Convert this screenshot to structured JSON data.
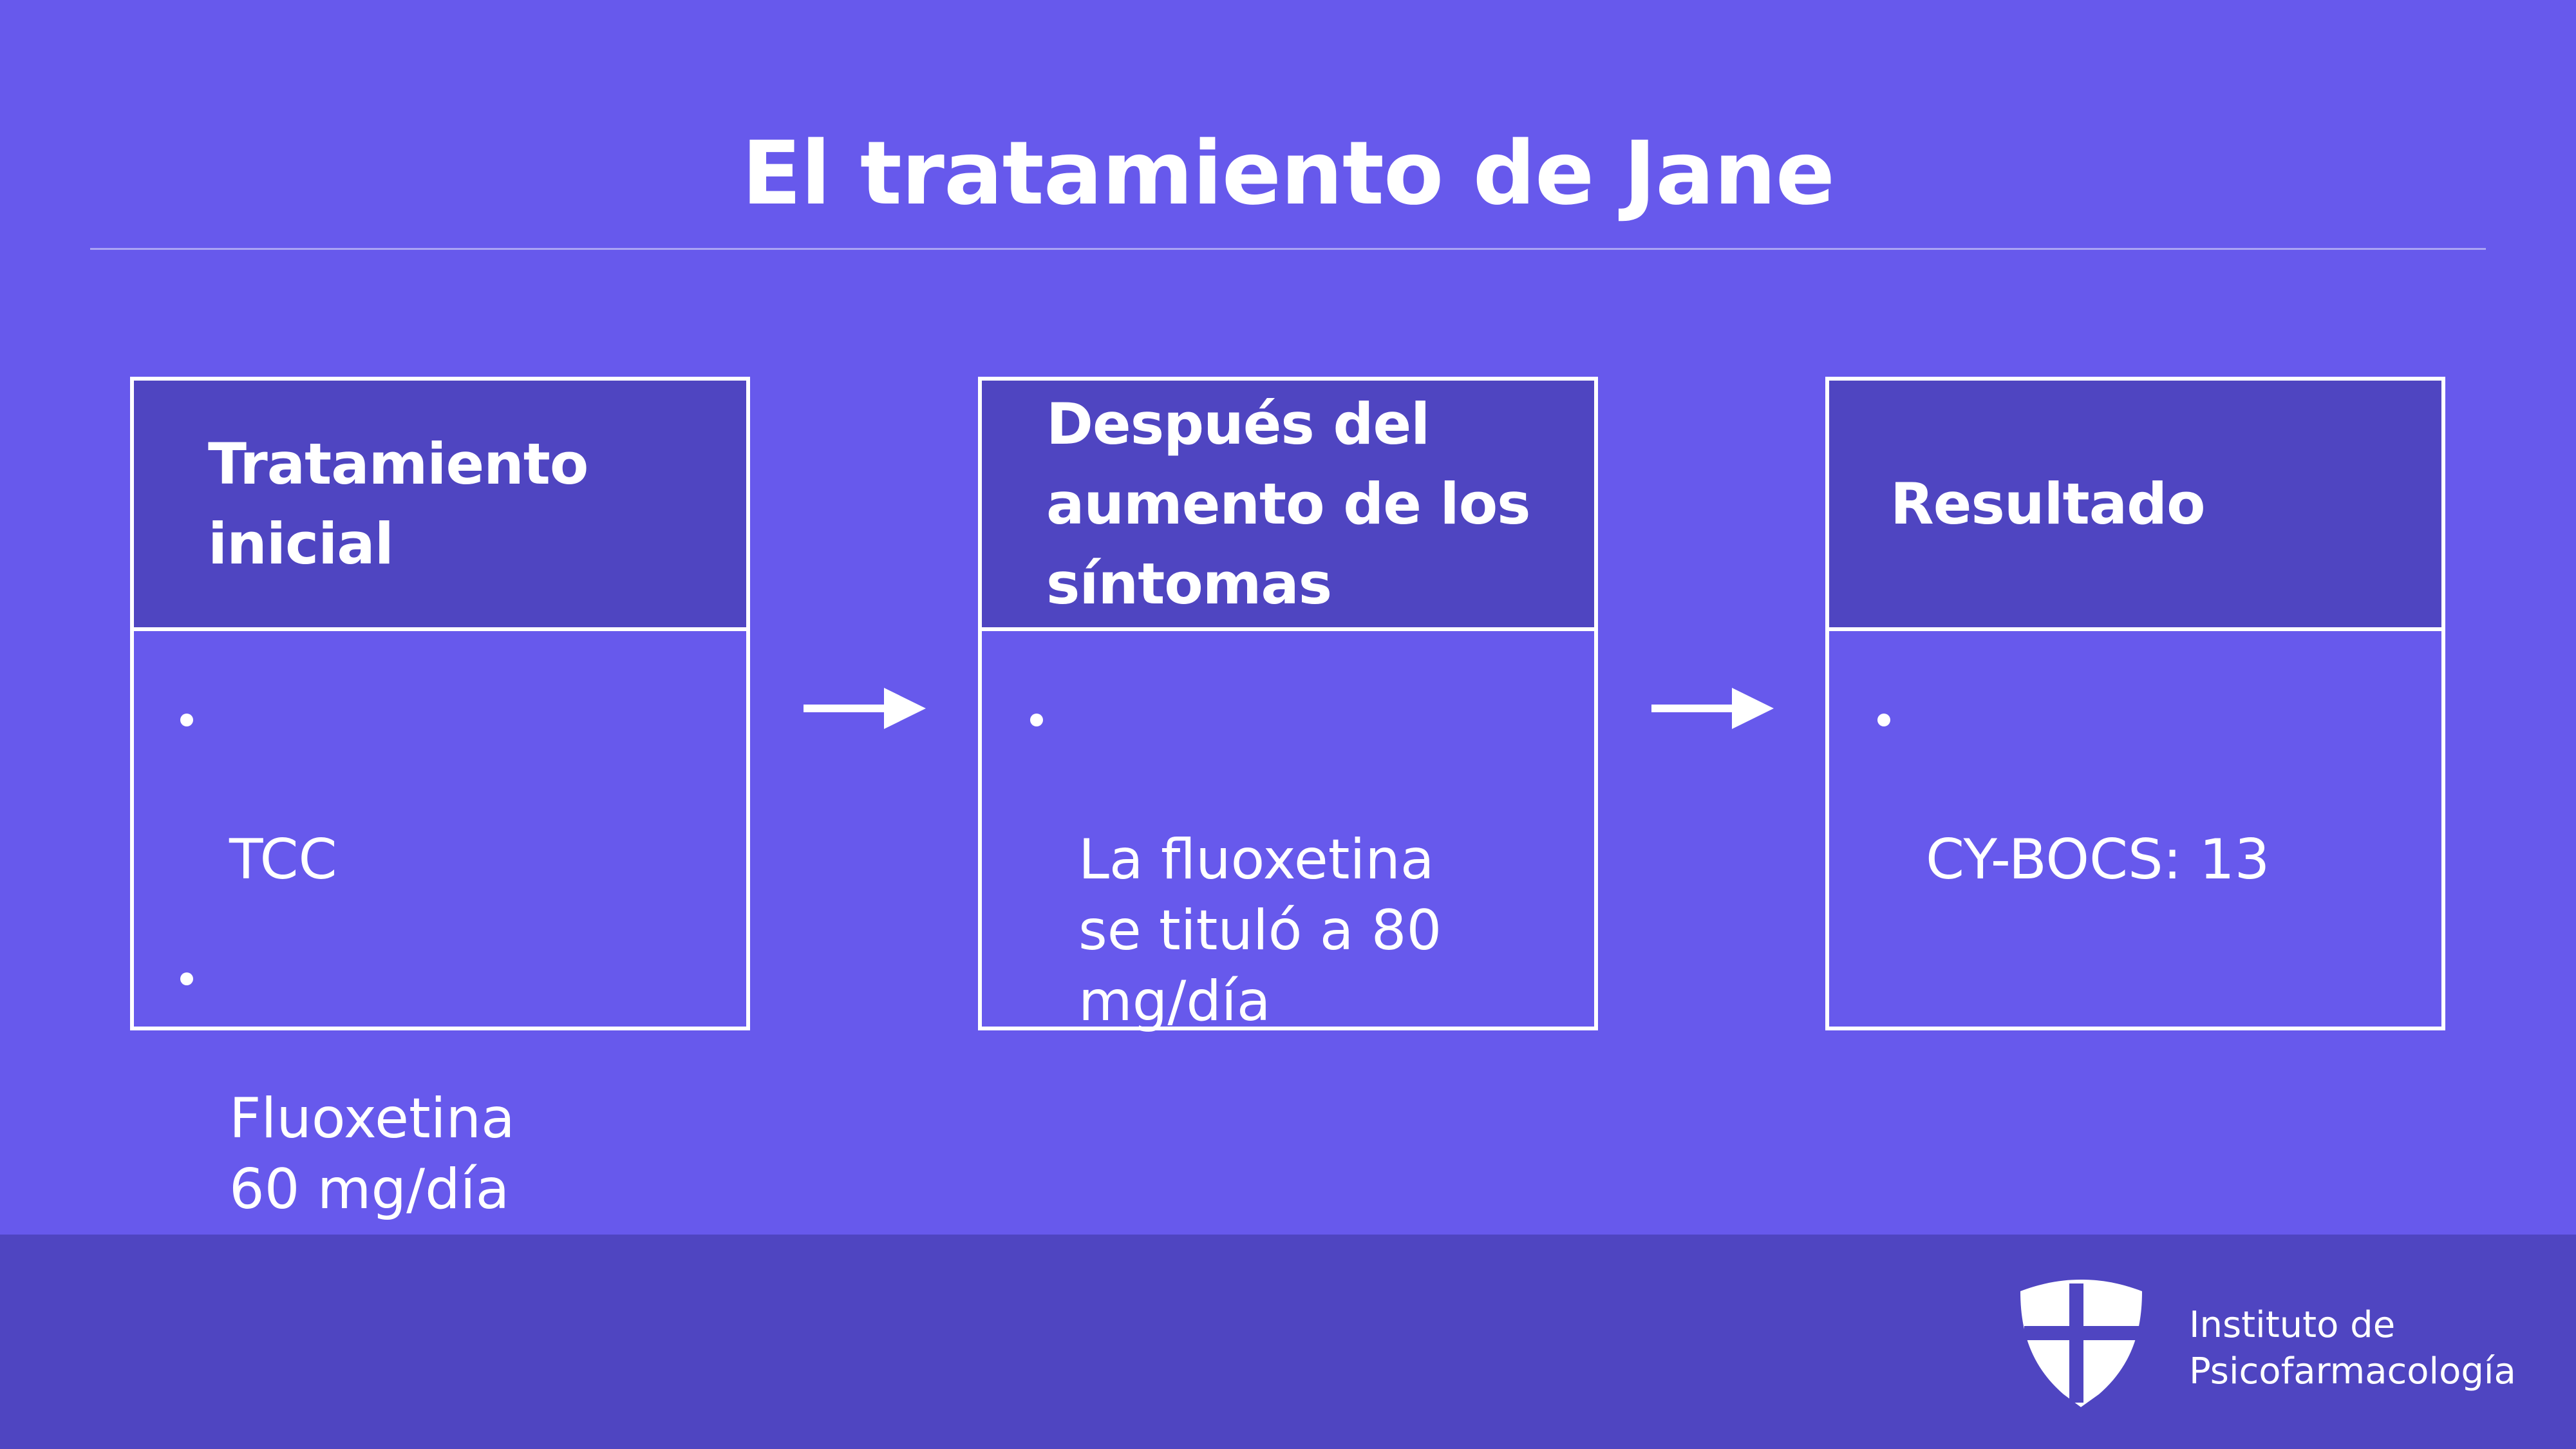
{
  "slide": {
    "title": "El tratamiento de Jane"
  },
  "cards": [
    {
      "heading": "Tratamiento\ninicial",
      "bullets": [
        "TCC",
        "Fluoxetina\n60 mg/día"
      ]
    },
    {
      "heading": "Después del\naumento de los\nsíntomas",
      "bullets": [
        "La fluoxetina\nse tituló a 80\nmg/día"
      ]
    },
    {
      "heading": "Resultado",
      "bullets": [
        "CY-BOCS: 13"
      ]
    }
  ],
  "footer": {
    "organization": "Instituto de\nPsicofarmacología",
    "logo_icon": "shield-cross-icon"
  },
  "colors": {
    "background": "#6759ec",
    "header_fill": "#4f45c1",
    "footer_fill": "#4f45c1",
    "foreground": "#ffffff"
  }
}
